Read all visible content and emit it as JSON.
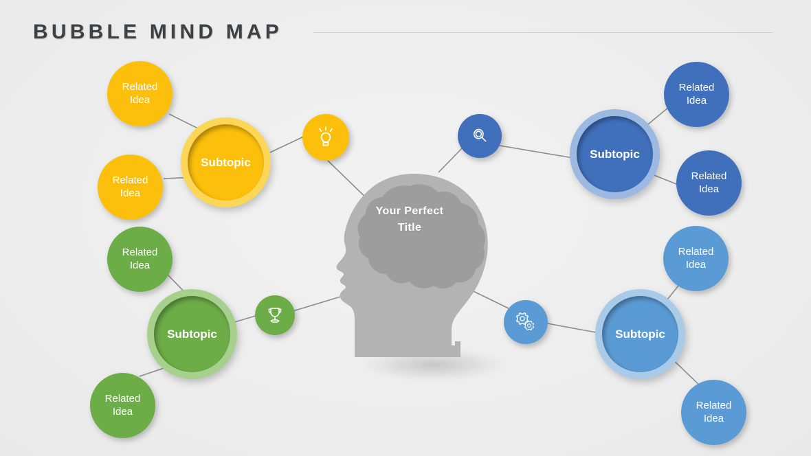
{
  "header": {
    "title": "BUBBLE MIND MAP",
    "rule": "horizontal-rule"
  },
  "center": {
    "title_line1": "Your Perfect",
    "title_line2": "Title",
    "shape": "head-silhouette-with-brain",
    "head_color": "#b3b3b3",
    "brain_color": "#9d9d9d"
  },
  "palette": {
    "background": "#efefef",
    "connector": "#8b8b8b",
    "yellow_ring": "#fcd757",
    "yellow": "#fbbf0c",
    "green_ring": "#a8d08d",
    "green": "#6cad48",
    "blue_dark_ring": "#9cb9e2",
    "blue_dark": "#4070bc",
    "blue_light_ring": "#a9cbe8",
    "blue_light": "#5b9bd5",
    "title_text": "#3f4042",
    "rule": "#cfcfcf"
  },
  "branches": [
    {
      "id": "branch-yellow",
      "color": "#fbbf0c",
      "ring_color": "#fcd757",
      "subtopic_label": "Subtopic",
      "icon": "lightbulb-icon",
      "related": [
        {
          "line1": "Related",
          "line2": "Idea"
        },
        {
          "line1": "Related",
          "line2": "Idea"
        }
      ]
    },
    {
      "id": "branch-green",
      "color": "#6cad48",
      "ring_color": "#a8d08d",
      "subtopic_label": "Subtopic",
      "icon": "trophy-icon",
      "related": [
        {
          "line1": "Related",
          "line2": "Idea"
        },
        {
          "line1": "Related",
          "line2": "Idea"
        }
      ]
    },
    {
      "id": "branch-blue-dark",
      "color": "#4070bc",
      "ring_color": "#9cb9e2",
      "subtopic_label": "Subtopic",
      "icon": "magnifier-icon",
      "related": [
        {
          "line1": "Related",
          "line2": "Idea"
        },
        {
          "line1": "Related",
          "line2": "Idea"
        }
      ]
    },
    {
      "id": "branch-blue-light",
      "color": "#5b9bd5",
      "ring_color": "#a9cbe8",
      "subtopic_label": "Subtopic",
      "icon": "gears-icon",
      "related": [
        {
          "line1": "Related",
          "line2": "Idea"
        },
        {
          "line1": "Related",
          "line2": "Idea"
        }
      ]
    }
  ]
}
